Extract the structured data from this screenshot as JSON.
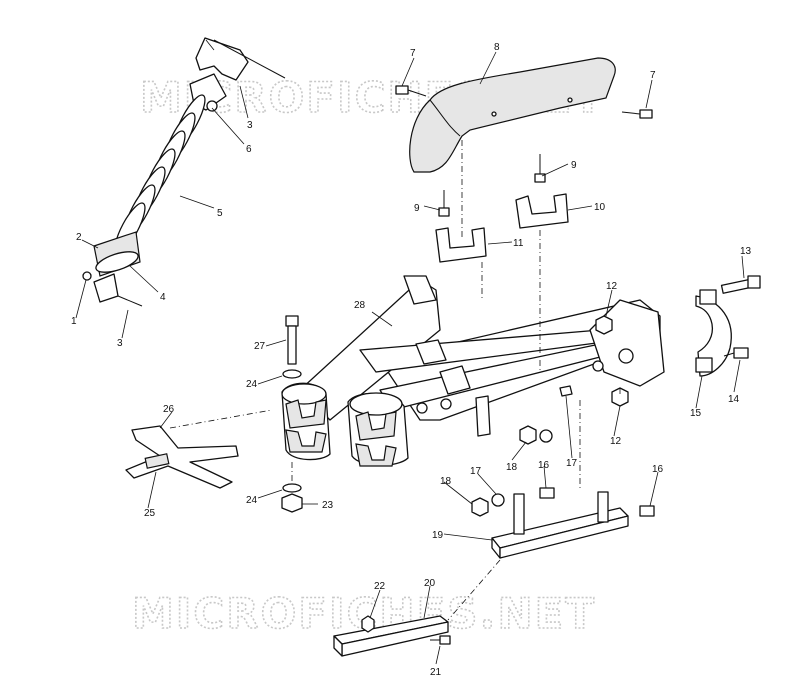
{
  "watermark": {
    "text": "MICROFICHES.NET"
  },
  "callouts": [
    {
      "id": "c1",
      "label": "1"
    },
    {
      "id": "c2",
      "label": "2"
    },
    {
      "id": "c3a",
      "label": "3"
    },
    {
      "id": "c3b",
      "label": "3"
    },
    {
      "id": "c4",
      "label": "4"
    },
    {
      "id": "c5",
      "label": "5"
    },
    {
      "id": "c6",
      "label": "6"
    },
    {
      "id": "c7a",
      "label": "7"
    },
    {
      "id": "c7b",
      "label": "7"
    },
    {
      "id": "c8",
      "label": "8"
    },
    {
      "id": "c9a",
      "label": "9"
    },
    {
      "id": "c9b",
      "label": "9"
    },
    {
      "id": "c10",
      "label": "10"
    },
    {
      "id": "c11",
      "label": "11"
    },
    {
      "id": "c12a",
      "label": "12"
    },
    {
      "id": "c12b",
      "label": "12"
    },
    {
      "id": "c13",
      "label": "13"
    },
    {
      "id": "c14",
      "label": "14"
    },
    {
      "id": "c15",
      "label": "15"
    },
    {
      "id": "c16a",
      "label": "16"
    },
    {
      "id": "c16b",
      "label": "16"
    },
    {
      "id": "c17a",
      "label": "17"
    },
    {
      "id": "c17b",
      "label": "17"
    },
    {
      "id": "c18a",
      "label": "18"
    },
    {
      "id": "c18b",
      "label": "18"
    },
    {
      "id": "c19",
      "label": "19"
    },
    {
      "id": "c20",
      "label": "20"
    },
    {
      "id": "c21",
      "label": "21"
    },
    {
      "id": "c22",
      "label": "22"
    },
    {
      "id": "c23",
      "label": "23"
    },
    {
      "id": "c24a",
      "label": "24"
    },
    {
      "id": "c24b",
      "label": "24"
    },
    {
      "id": "c25",
      "label": "25"
    },
    {
      "id": "c26",
      "label": "26"
    },
    {
      "id": "c27",
      "label": "27"
    },
    {
      "id": "c28",
      "label": "28"
    }
  ]
}
